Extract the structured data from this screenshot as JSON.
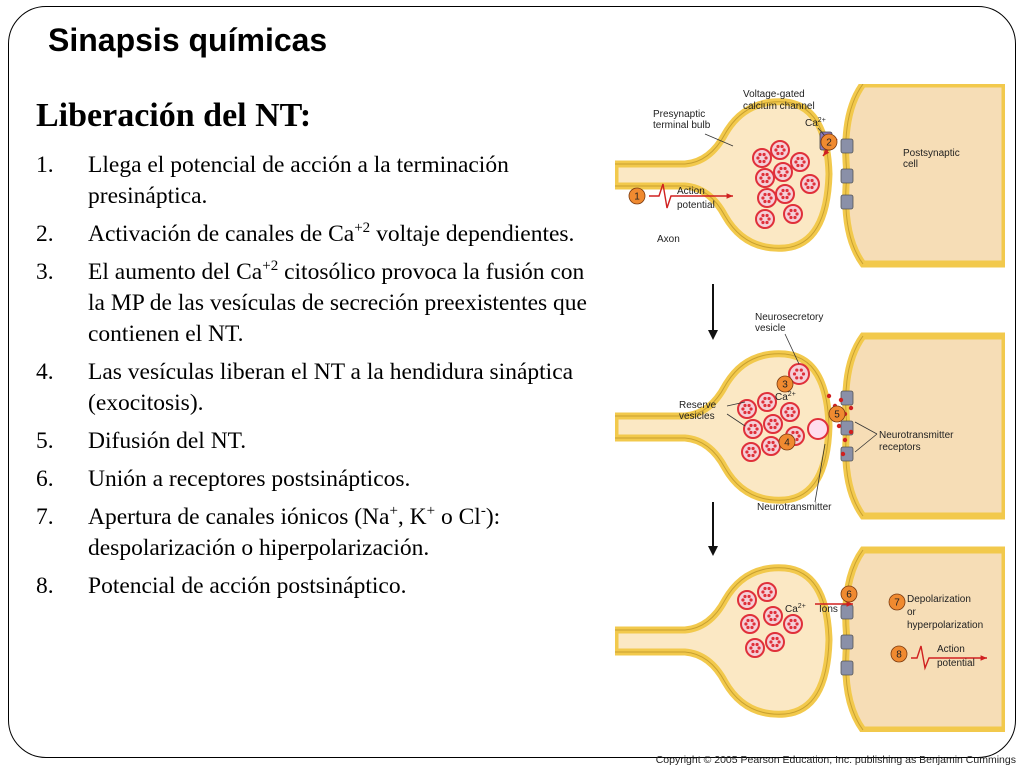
{
  "slide": {
    "title": "Sinapsis químicas",
    "subtitle": "Liberación del NT:",
    "copyright": "Copyright © 2005 Pearson Education, Inc. publishing as Benjamin Cummings"
  },
  "steps": [
    {
      "num": "1.",
      "parts": [
        "Llega el potencial de acción a la terminación presináptica."
      ]
    },
    {
      "num": "2.",
      "parts": [
        "Activación de canales de Ca",
        "+2",
        " voltaje dependientes."
      ]
    },
    {
      "num": "3.",
      "parts": [
        "El aumento del Ca",
        "+2",
        " citosólico provoca la fusión con la MP de las vesículas de secreción preexistentes que contienen el NT."
      ]
    },
    {
      "num": "4.",
      "parts": [
        "Las vesículas liberan el NT a la hendidura sináptica (exocitosis)."
      ]
    },
    {
      "num": "5.",
      "parts": [
        "Difusión del NT."
      ]
    },
    {
      "num": "6.",
      "parts": [
        "Unión a receptores postsinápticos."
      ]
    },
    {
      "num": "7.",
      "parts": [
        "Apertura de canales iónicos (Na",
        "+",
        ", K",
        "+",
        " o Cl",
        "-",
        "): despolarización o hiperpolarización."
      ]
    },
    {
      "num": "8.",
      "parts": [
        "Potencial de acción postsináptico."
      ]
    }
  ],
  "figure": {
    "labels": {
      "presynaptic": [
        "Presynaptic",
        "terminal bulb"
      ],
      "voltage_gated": [
        "Voltage-gated",
        "calcium channel"
      ],
      "ca": "Ca",
      "ca_sup": "2+",
      "postsynaptic": [
        "Postsynaptic",
        "cell"
      ],
      "action_potential": [
        "Action",
        "potential"
      ],
      "axon": "Axon",
      "neurosecretory": [
        "Neurosecretory",
        "vesicle"
      ],
      "reserve": [
        "Reserve",
        "vesicles"
      ],
      "nt_receptors": [
        "Neurotransmitter",
        "receptors"
      ],
      "neurotransmitter": "Neurotransmitter",
      "ions": "Ions",
      "depolarization": [
        "Depolarization",
        "or",
        "hyperpolarization"
      ],
      "action_potential_post": [
        "Action",
        "potential"
      ]
    },
    "step_numbers": [
      "1",
      "2",
      "3",
      "4",
      "5",
      "6",
      "7",
      "8"
    ],
    "colors": {
      "membrane": "#f2c94c",
      "membrane_dark": "#c8a030",
      "cytoplasm": "#fbe8c4",
      "post_cytoplasm": "#f6ddb6",
      "vesicle": "#e0303a",
      "badge": "#f08a30",
      "arrow": "#d02020"
    }
  }
}
